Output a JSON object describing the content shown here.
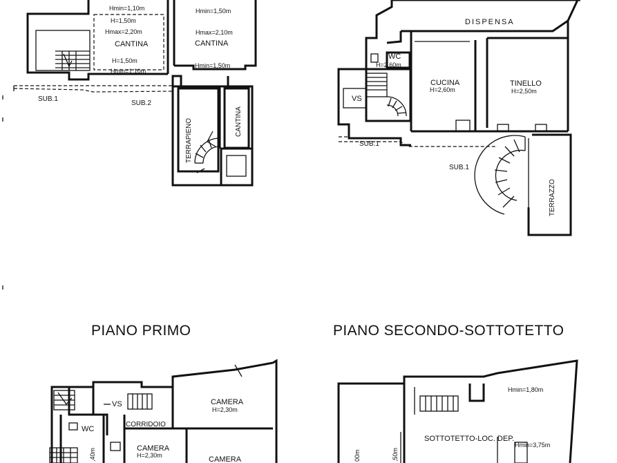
{
  "titles": {
    "first_floor": "PIANO PRIMO",
    "second_floor": "PIANO SECONDO-SOTTOTETTO"
  },
  "basement": {
    "h_min_top": "Hmin=1,10m",
    "h_top": "H=1,50m",
    "h_max_left": "Hmax=2,20m",
    "cantina_left": "CANTINA",
    "h_bottom": "H=1,50m",
    "h_min_bottom": "Hmin=1,10m",
    "h_min_right_top": "Hmin=1,50m",
    "h_max_right": "Hmax=2,10m",
    "cantina_right": "CANTINA",
    "h_min_right_bottom": "Hmin=1,50m",
    "sub1": "SUB.1",
    "sub2": "SUB.2",
    "terrapieno": "TERRAPIENO",
    "cantina_vertical": "CANTINA"
  },
  "ground": {
    "dispensa": "DISPENSA",
    "wc": "WC",
    "wc_h": "H=2,60m",
    "vs": "VS",
    "cucina": "CUCINA",
    "cucina_h": "H=2,60m",
    "tinello": "TINELLO",
    "tinello_h": "H=2,50m",
    "sub1_small": "SUB.1",
    "sub1_large": "SUB.1",
    "terrazzo": "TERRAZZO"
  },
  "first": {
    "vs": "VS",
    "camera_a": "CAMERA",
    "camera_a_h": "H=2,30m",
    "corridoio": "CORRIDOIO",
    "wc": "WC",
    "camera_b": "CAMERA",
    "camera_b_h": "H=2,30m",
    "camera_c": "CAMERA",
    "side_h": ",40m"
  },
  "second": {
    "h_min": "Hmin=1,80m",
    "sottotetto": "SOTTOTETTO-LOC. DEP.",
    "h_min_2": "Hmin=3,75m",
    "side_h_a": "00m",
    "side_h_b": ",50m"
  }
}
